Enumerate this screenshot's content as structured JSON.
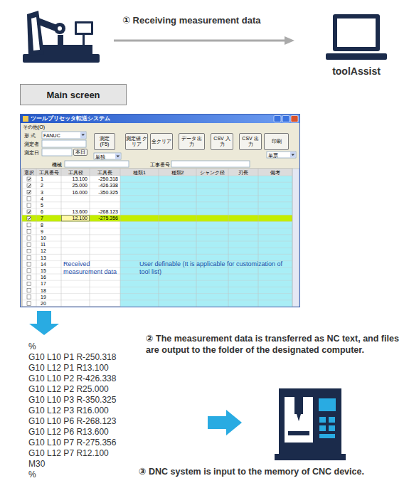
{
  "diagram": {
    "nodes": [
      {
        "text": [
          "toolAssist"
        ]
      },
      {
        "text": [
          "Main screen"
        ]
      },
      {
        "text": [
          "ツールプリセッタ転送システム"
        ]
      },
      {
        "text": [
          "測定 (F5)"
        ],
        "in": 2
      },
      {
        "text": [
          "測定値 クリア"
        ],
        "in": 2
      },
      {
        "text": [
          "全クリア"
        ],
        "in": 2
      },
      {
        "text": [
          "データ 出力"
        ],
        "in": 2
      },
      {
        "text": [
          "CSV 入力"
        ],
        "in": 2
      },
      {
        "text": [
          "CSV 出力"
        ],
        "in": 2
      },
      {
        "text": [
          "印刷"
        ],
        "in": 2
      },
      {
        "text": [
          "本日"
        ],
        "in": 2
      }
    ],
    "labels": [
      "① Receiving measurement data",
      "その他(O)",
      "形 式",
      "FANUC",
      "測定者",
      "測定日",
      "単独",
      "単票",
      "機械",
      "工事番号",
      "選択",
      "工具番号",
      "工具径",
      "工具長",
      "種類1",
      "種類2",
      "シャンク径",
      "刃長",
      "備考",
      "1",
      "13.100",
      "-250.318",
      "2",
      "25.000",
      "-426.338",
      "3",
      "16.000",
      "-350.325",
      "4",
      "5",
      "6",
      "13.600",
      "-268.123",
      "7",
      "12.100",
      "-275.356",
      "8",
      "9",
      "10",
      "11",
      "12",
      "13",
      "14",
      "15",
      "16",
      "17",
      "18",
      "19",
      "20",
      "Received measurement data",
      "User definable (It is applicable for customization of tool list)",
      "%",
      "G10 L10 P1 R-250.318",
      "G10 L12 P1 R13.100",
      "G10 L10 P2 R-426.338",
      "G10 L12 P2 R25.000",
      "G10 L10 P3 R-350.325",
      "G10 L12 P3 R16.000",
      "G10 L10 P6 R-268.123",
      "G10 L12 P6 R13.600",
      "G10 L10 P7 R-275.356",
      "G10 L12 P7 R12.100",
      "M30",
      "%",
      "② The measurement data is transferred as NC text, and files are output to the folder of the designated computer.",
      "③ DNC system is input to the memory of CNC device."
    ]
  }
}
